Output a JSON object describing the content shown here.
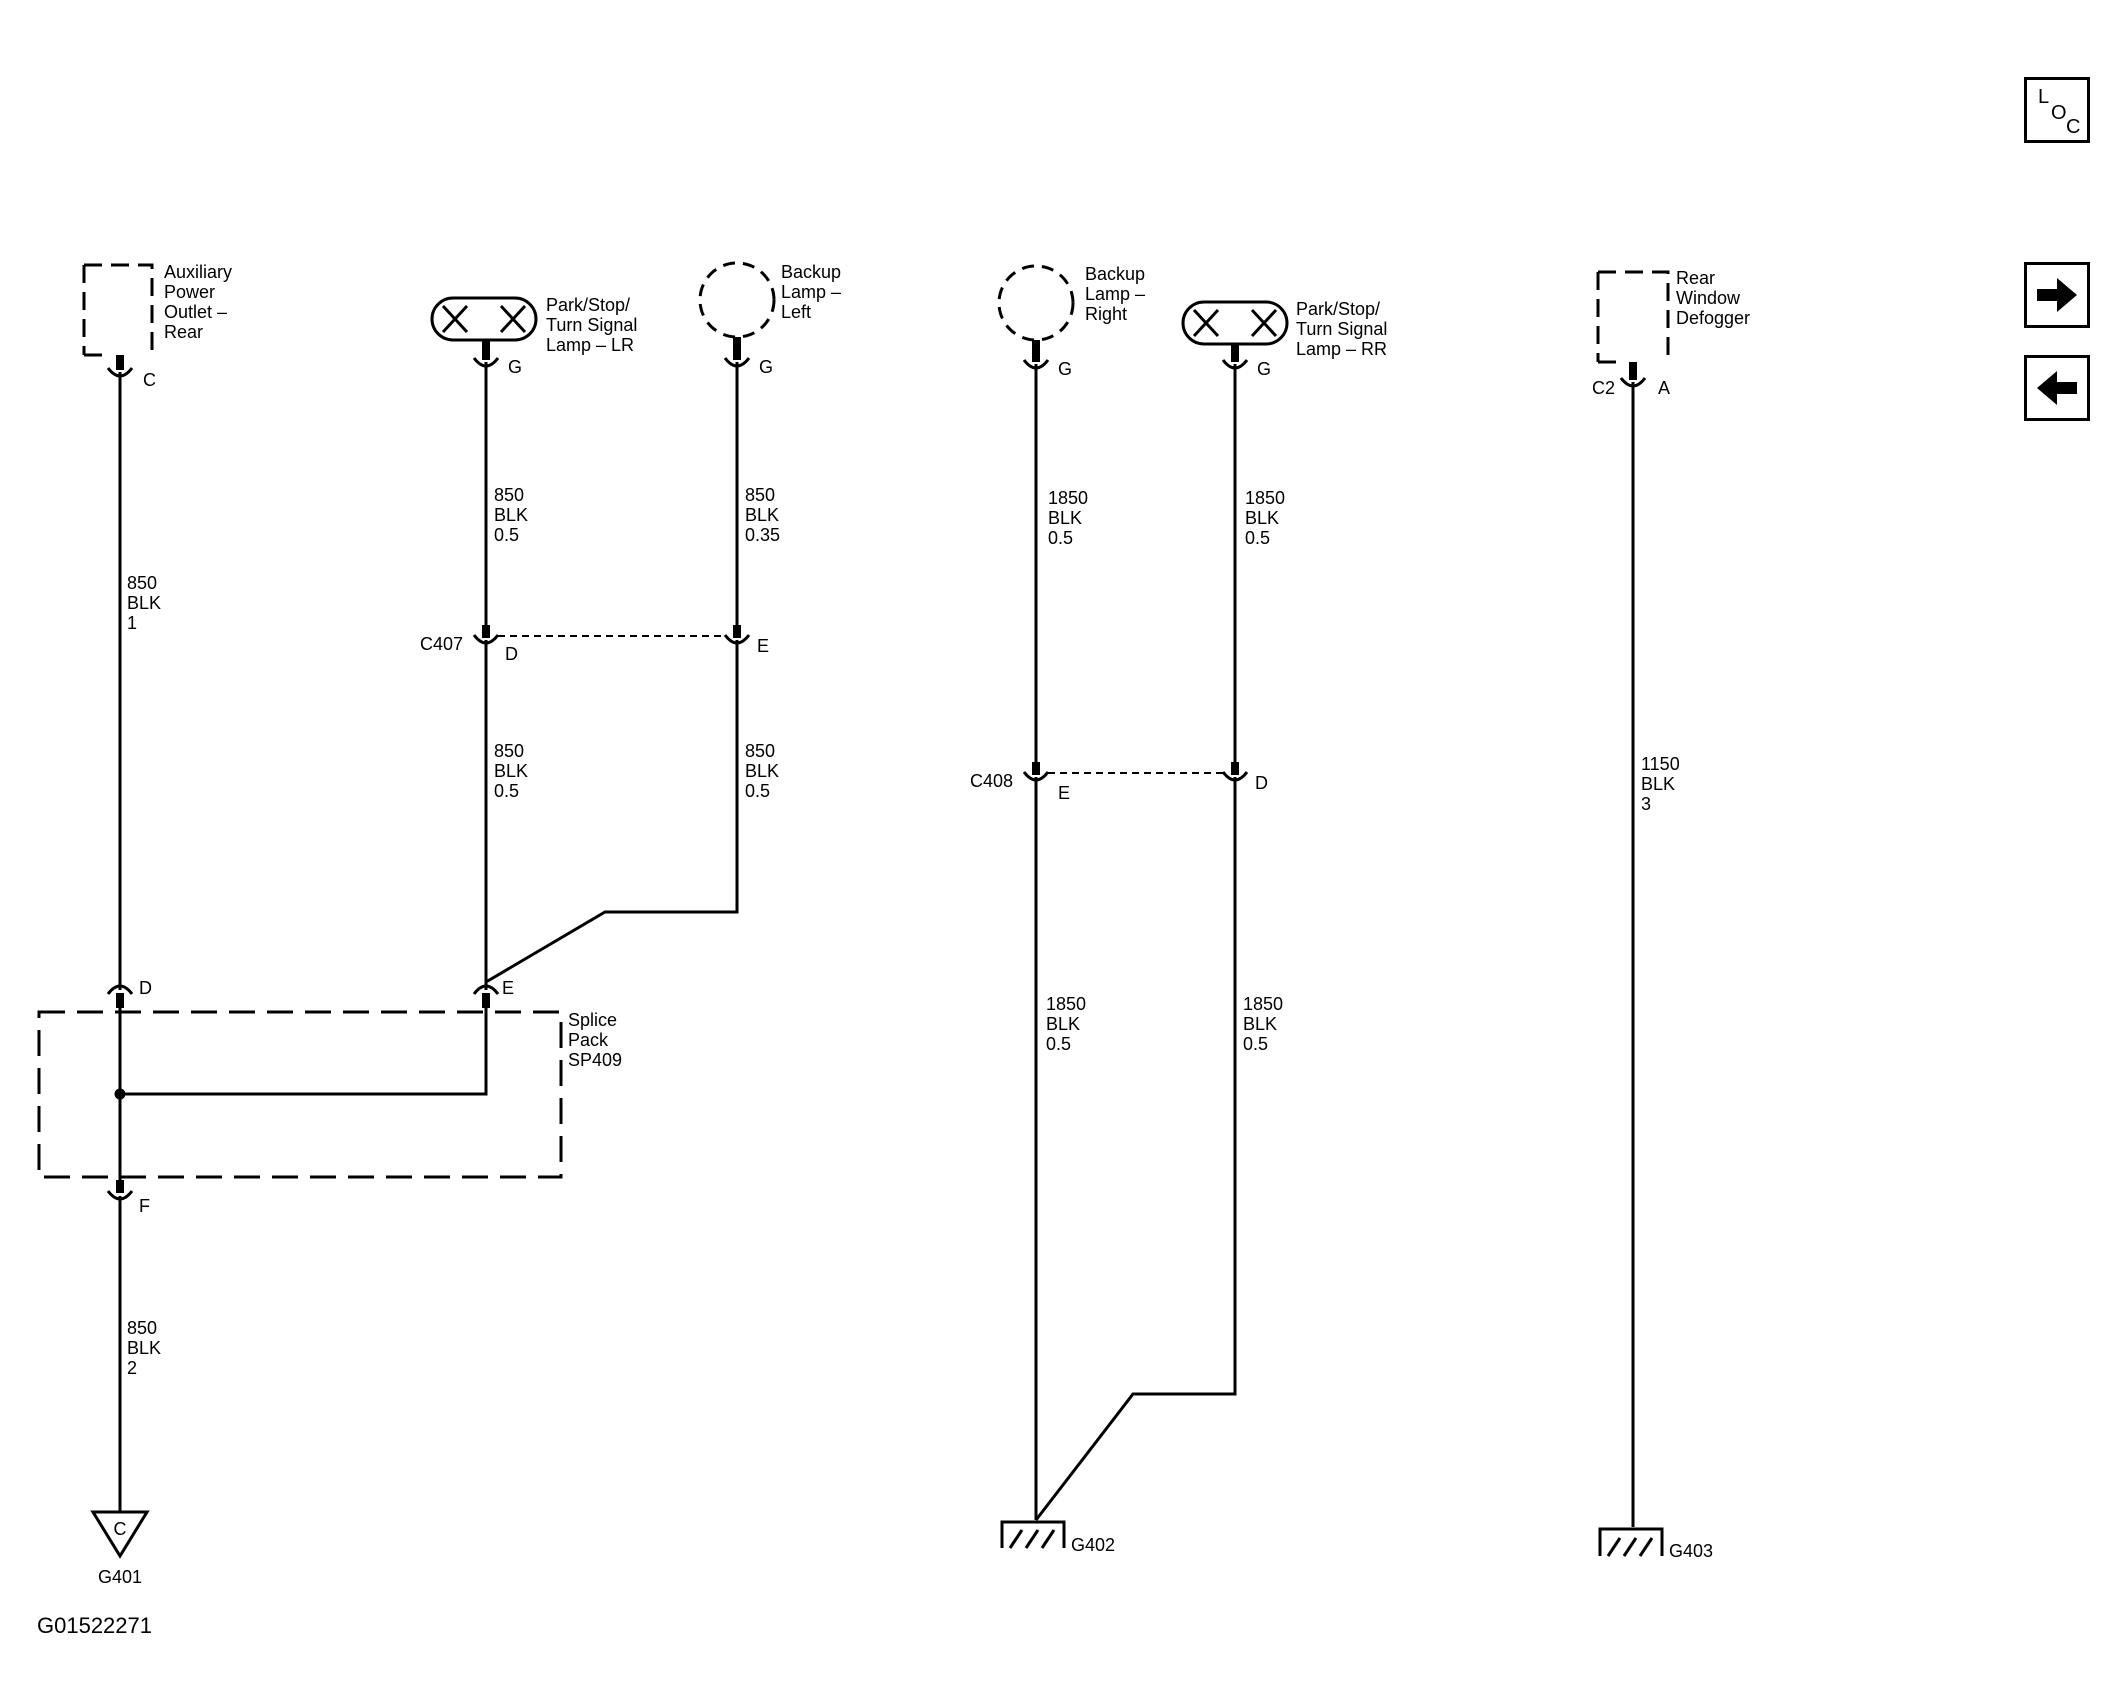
{
  "components": {
    "aux_power_outlet": [
      "Auxiliary",
      "Power",
      "Outlet –",
      "Rear"
    ],
    "park_stop_turn_lr": [
      "Park/Stop/",
      "Turn Signal",
      "Lamp – LR"
    ],
    "backup_lamp_left": [
      "Backup",
      "Lamp –",
      "Left"
    ],
    "backup_lamp_right": [
      "Backup",
      "Lamp –",
      "Right"
    ],
    "park_stop_turn_rr": [
      "Park/Stop/",
      "Turn Signal",
      "Lamp – RR"
    ],
    "rear_window_defogger": [
      "Rear",
      "Window",
      "Defogger"
    ],
    "splice_pack": [
      "Splice",
      "Pack",
      "SP409"
    ]
  },
  "pins": {
    "aux_c": "C",
    "lr_g": "G",
    "bl_g": "G",
    "br_g": "G",
    "rr_g": "G",
    "def_conn": "C2",
    "def_a": "A",
    "c407_d": "D",
    "c407_e": "E",
    "c408_e": "E",
    "c408_d": "D",
    "sp_d": "D",
    "sp_e": "E",
    "sp_f": "F"
  },
  "connectors": {
    "c407": "C407",
    "c408": "C408"
  },
  "wires": {
    "w_aux_top": [
      "850",
      "BLK",
      "1"
    ],
    "w_lr_top": [
      "850",
      "BLK",
      "0.5"
    ],
    "w_bl_top": [
      "850",
      "BLK",
      "0.35"
    ],
    "w_lr_mid": [
      "850",
      "BLK",
      "0.5"
    ],
    "w_bl_mid": [
      "850",
      "BLK",
      "0.5"
    ],
    "w_g401": [
      "850",
      "BLK",
      "2"
    ],
    "w_br_top": [
      "1850",
      "BLK",
      "0.5"
    ],
    "w_rr_top": [
      "1850",
      "BLK",
      "0.5"
    ],
    "w_br_bot": [
      "1850",
      "BLK",
      "0.5"
    ],
    "w_rr_bot": [
      "1850",
      "BLK",
      "0.5"
    ],
    "w_def": [
      "1150",
      "BLK",
      "3"
    ]
  },
  "grounds": {
    "g401": "G401",
    "g401_mark": "C",
    "g402": "G402",
    "g403": "G403"
  },
  "figure_id": "G01522271",
  "nav": {
    "loc_l": "L",
    "loc_o": "O",
    "loc_c": "C",
    "next_icon": "arrow-right-icon",
    "prev_icon": "arrow-left-icon"
  }
}
